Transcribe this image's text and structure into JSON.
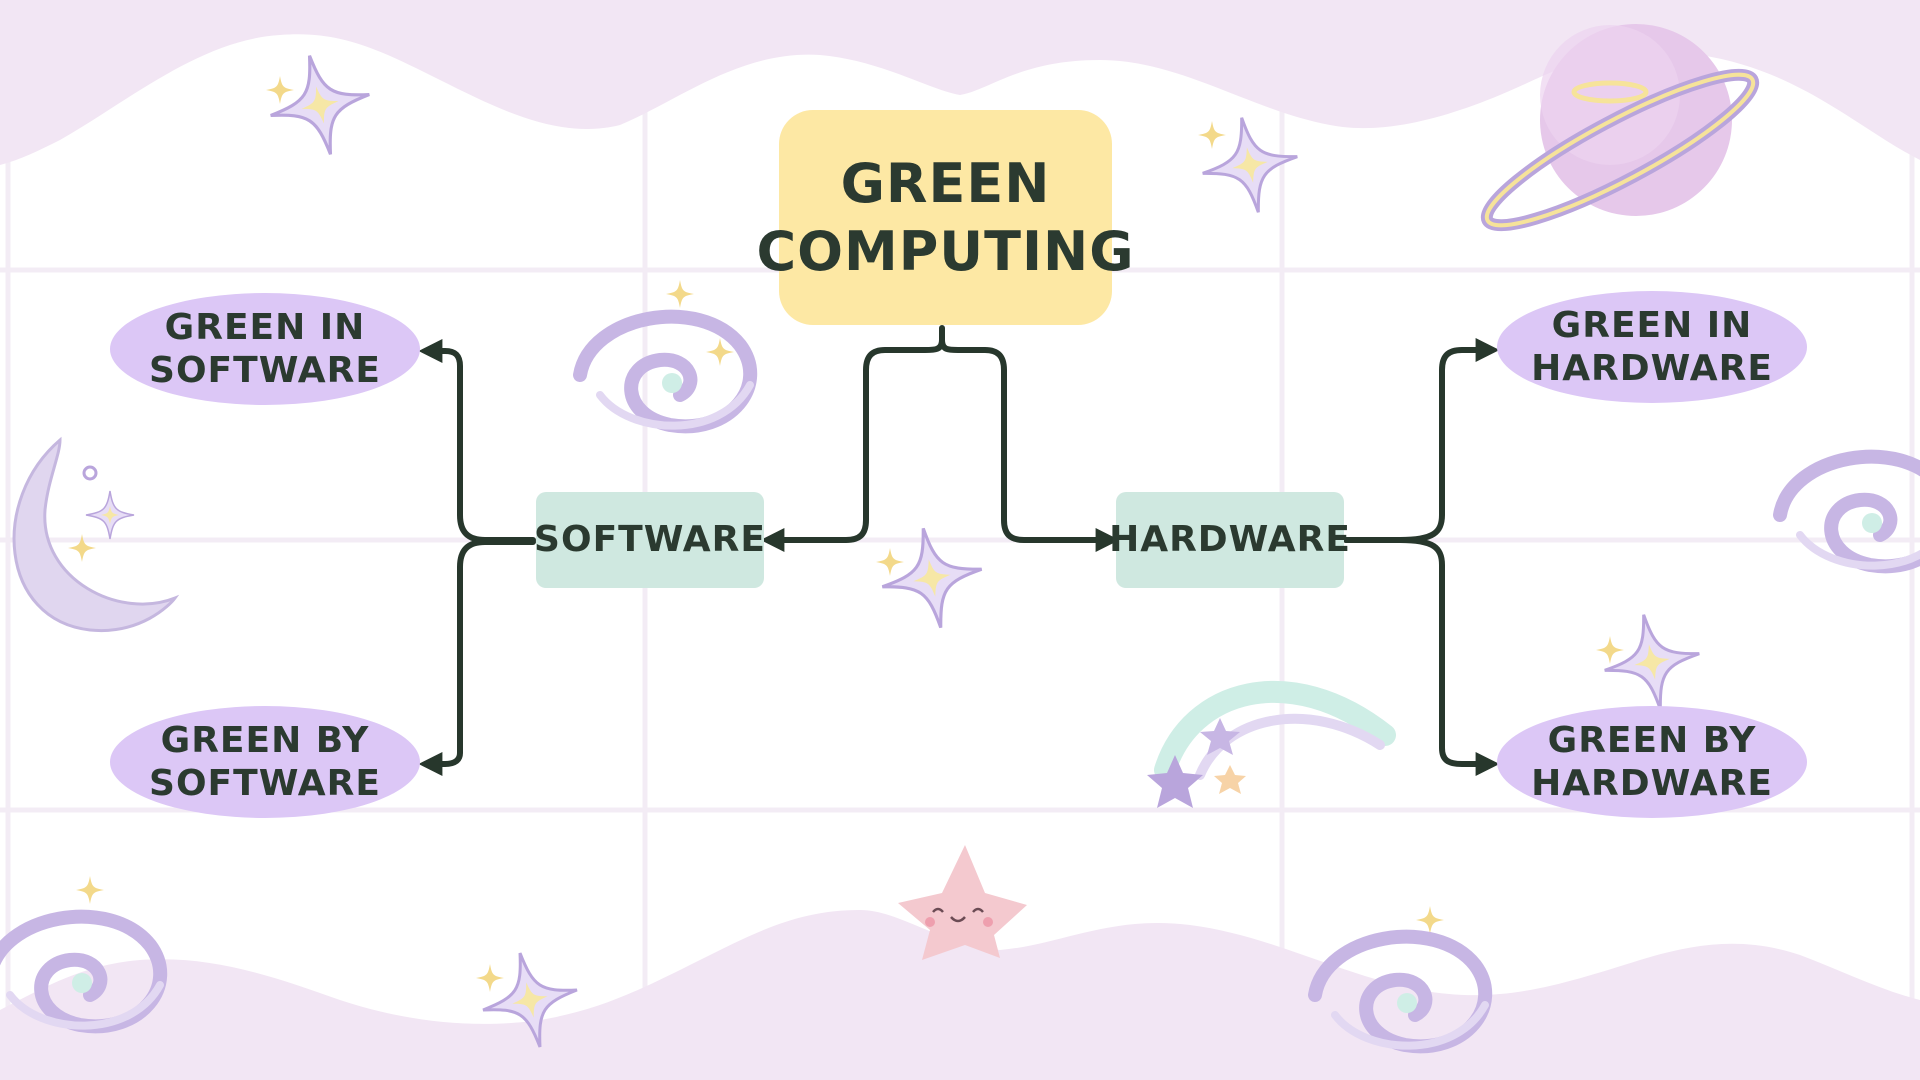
{
  "diagram": {
    "root": {
      "lines": [
        "GREEN",
        "COMPUTING"
      ]
    },
    "branches": {
      "software": {
        "label": "SOFTWARE"
      },
      "hardware": {
        "label": "HARDWARE"
      }
    },
    "leaves": {
      "green_in_software": {
        "lines": [
          "GREEN IN",
          "SOFTWARE"
        ]
      },
      "green_by_software": {
        "lines": [
          "GREEN BY",
          "SOFTWARE"
        ]
      },
      "green_in_hardware": {
        "lines": [
          "GREEN IN",
          "HARDWARE"
        ]
      },
      "green_by_hardware": {
        "lines": [
          "GREEN BY",
          "HARDWARE"
        ]
      }
    }
  },
  "colors": {
    "connector": "#27372c",
    "root_fill": "#fde8a4",
    "branch_fill": "#cfe8e0",
    "leaf_fill": "#dcc7f6",
    "background_wave": "#f2e6f4",
    "grid_line": "#f3ecf5"
  },
  "decorations": [
    "sparkle-star-icon",
    "planet-icon",
    "crescent-moon-icon",
    "galaxy-swirl-icon",
    "shooting-star-icon",
    "smiling-star-icon"
  ]
}
